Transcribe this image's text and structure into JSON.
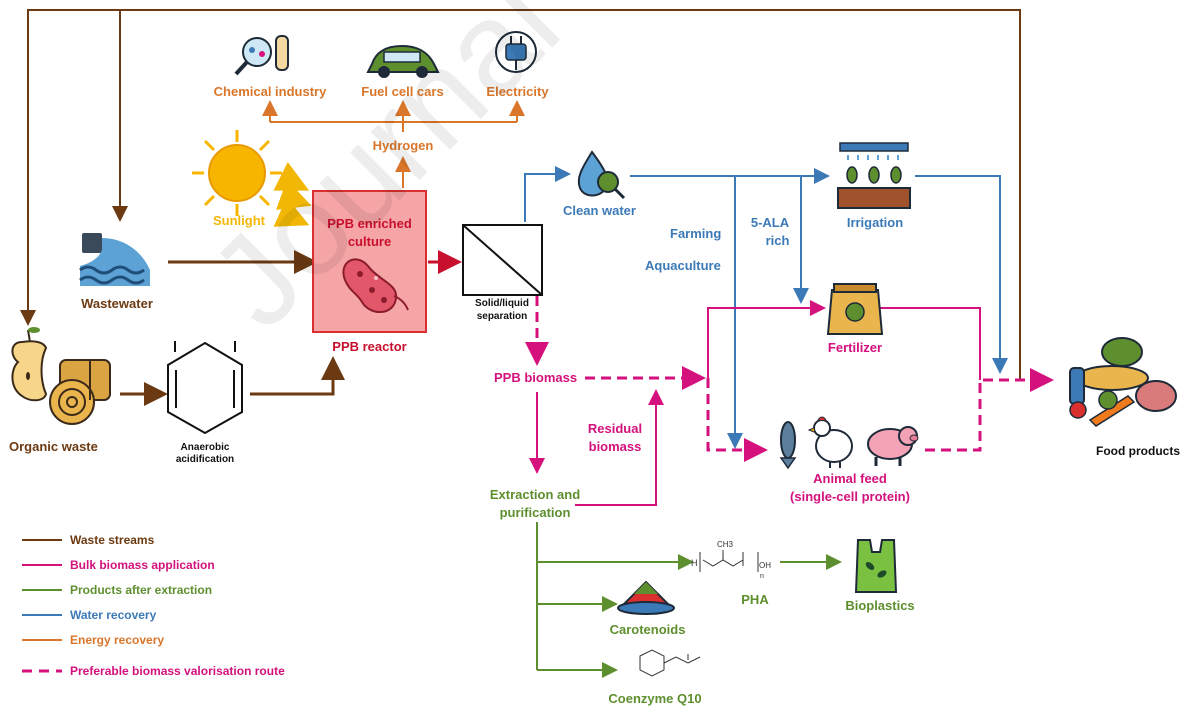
{
  "labels": {
    "chemical_industry": "Chemical industry",
    "fuel_cell_cars": "Fuel cell cars",
    "electricity": "Electricity",
    "hydrogen": "Hydrogen",
    "sunlight": "Sunlight",
    "ppb_culture_line1": "PPB enriched",
    "ppb_culture_line2": "culture",
    "ppb_reactor": "PPB reactor",
    "wastewater": "Wastewater",
    "organic_waste": "Organic waste",
    "anaerobic_line1": "Anaerobic",
    "anaerobic_line2": "acidification",
    "separation_line1": "Solid/liquid",
    "separation_line2": "separation",
    "clean_water": "Clean water",
    "farming": "Farming",
    "aquaculture": "Aquaculture",
    "ala_line1": "5-ALA",
    "ala_line2": "rich",
    "irrigation": "Irrigation",
    "fertilizer": "Fertilizer",
    "ppb_biomass": "PPB biomass",
    "residual_line1": "Residual",
    "residual_line2": "biomass",
    "extraction_line1": "Extraction and",
    "extraction_line2": "purification",
    "animal_feed_line1": "Animal feed",
    "animal_feed_line2": "(single-cell protein)",
    "food_products": "Food products",
    "pha": "PHA",
    "bioplastics": "Bioplastics",
    "carotenoids": "Carotenoids",
    "coenzyme": "Coenzyme Q10"
  },
  "legend": [
    {
      "label": "Waste streams",
      "color": "#6b3a12",
      "dashed": false
    },
    {
      "label": "Bulk biomass application",
      "color": "#d4117d",
      "dashed": false
    },
    {
      "label": "Products after extraction",
      "color": "#5e8f2f",
      "dashed": false
    },
    {
      "label": "Water recovery",
      "color": "#3c7ab7",
      "dashed": false
    },
    {
      "label": "Energy recovery",
      "color": "#d9762a",
      "dashed": false
    },
    {
      "label": "Preferable biomass valorisation route",
      "color": "#d4117d",
      "dashed": true
    }
  ],
  "watermark": "Journal Pre-proof",
  "colors": {
    "waste": "#6b3a12",
    "biomass": "#d4117d",
    "extraction": "#5e8f2f",
    "water": "#3c7ab7",
    "energy": "#d9762a",
    "reactor_fill": "#f4a3a3",
    "reactor_border": "#d9302f",
    "sun": "#f7b500"
  }
}
